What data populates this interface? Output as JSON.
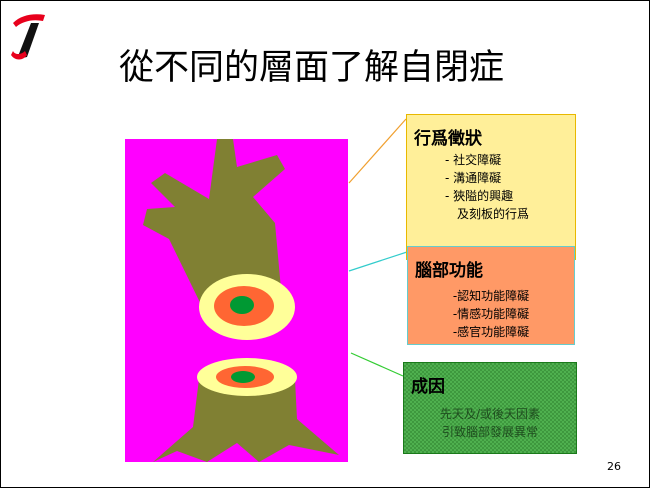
{
  "slide": {
    "title": "從不同的層面了解自閉症",
    "page_number": "26",
    "logo_icon": "red-black-brush-stroke-logo"
  },
  "colors": {
    "tree_background": "#ff00ff",
    "trunk": "#808033",
    "ring_outer": "#ffff99",
    "ring_middle": "#ff6633",
    "ring_core": "#009933",
    "behavior_box": "#ffef99",
    "brain_box": "#ff9966",
    "cause_box": "#4fb04f"
  },
  "boxes": {
    "behavior": {
      "title": "行爲徵狀",
      "items": [
        "- 社交障礙",
        "- 溝通障礙",
        "- 狹隘的興趣",
        "及刻板的行爲"
      ]
    },
    "brain": {
      "title": "腦部功能",
      "items": [
        "-認知功能障礙",
        "-情感功能障礙",
        "-感官功能障礙"
      ]
    },
    "cause": {
      "title": "成因",
      "items": [
        "先天及/或後天因素",
        "引致腦部發展異常"
      ]
    }
  }
}
